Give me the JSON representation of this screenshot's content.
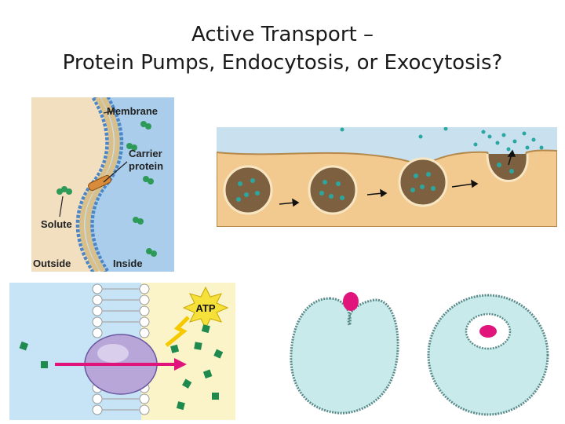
{
  "slide": {
    "title_line1": "Active Transport –",
    "title_line2": "Protein Pumps, Endocytosis, or Exocytosis?"
  },
  "carrier_diagram": {
    "label_membrane": "Membrane",
    "label_carrier_1": "Carrier",
    "label_carrier_2": "protein",
    "label_solute": "Solute",
    "label_outside": "Outside",
    "label_inside": "Inside",
    "colors": {
      "outside": "#f2dfc0",
      "inside": "#a9cdea",
      "solute": "#2e9a58"
    }
  },
  "pump_diagram": {
    "atp_label": "ATP",
    "colors": {
      "left": "#c6e4f5",
      "right": "#fbf4c8",
      "protein": "#b9a6d8",
      "arrow": "#e0147a",
      "molecule": "#1e8a4e"
    }
  },
  "exocytosis_diagram": {
    "colors": {
      "top": "#c9e0ef",
      "cytoplasm": "#f2c98f",
      "vesicle": "#7d6040",
      "particle": "#2aa7a0"
    }
  },
  "endocytosis_diagram": {
    "colors": {
      "cell": "#c8eaea",
      "particle": "#e0147a"
    }
  }
}
